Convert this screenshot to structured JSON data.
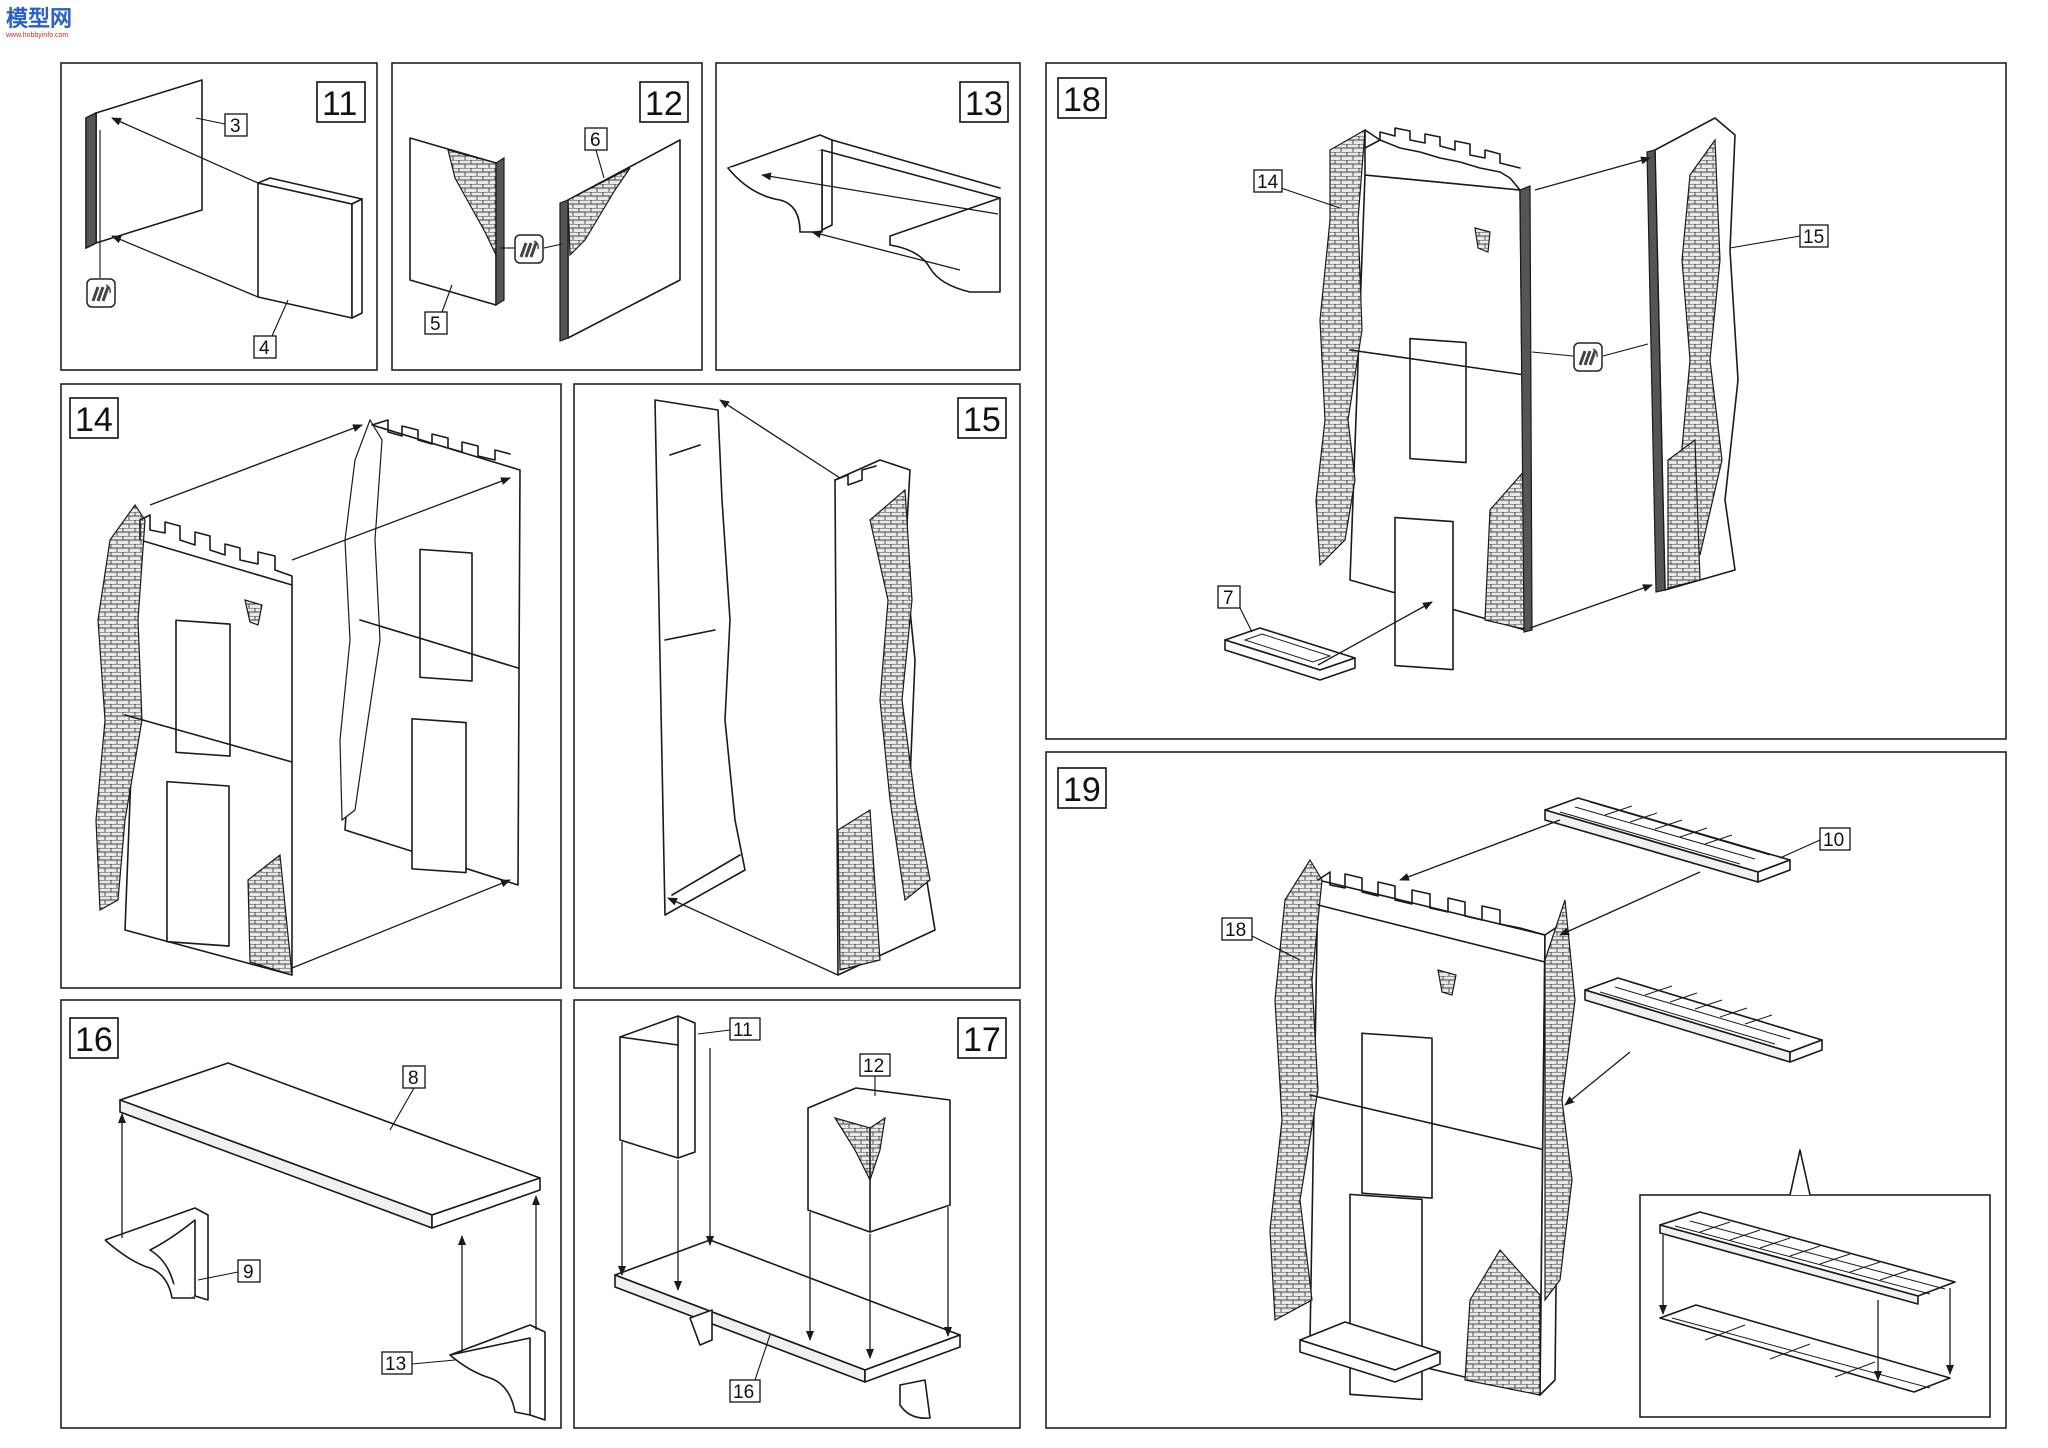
{
  "logo": {
    "text": "模型网",
    "url_text": "www.hobbyinfo.com",
    "color": "#2a60c8"
  },
  "steps": [
    {
      "id": "11",
      "parts": [
        "3",
        "4"
      ]
    },
    {
      "id": "12",
      "parts": [
        "6",
        "5"
      ]
    },
    {
      "id": "13",
      "parts": []
    },
    {
      "id": "14",
      "parts": []
    },
    {
      "id": "15",
      "parts": []
    },
    {
      "id": "16",
      "parts": [
        "8",
        "9",
        "13"
      ]
    },
    {
      "id": "17",
      "parts": [
        "11",
        "12",
        "16"
      ]
    },
    {
      "id": "18",
      "parts": [
        "14",
        "15",
        "7"
      ]
    },
    {
      "id": "19",
      "parts": [
        "10",
        "18"
      ]
    }
  ],
  "glue_icon": "glue-icon",
  "colors": {
    "line": "#1a1a1a",
    "brick": "#bdbdbd",
    "frame": "#222222"
  }
}
